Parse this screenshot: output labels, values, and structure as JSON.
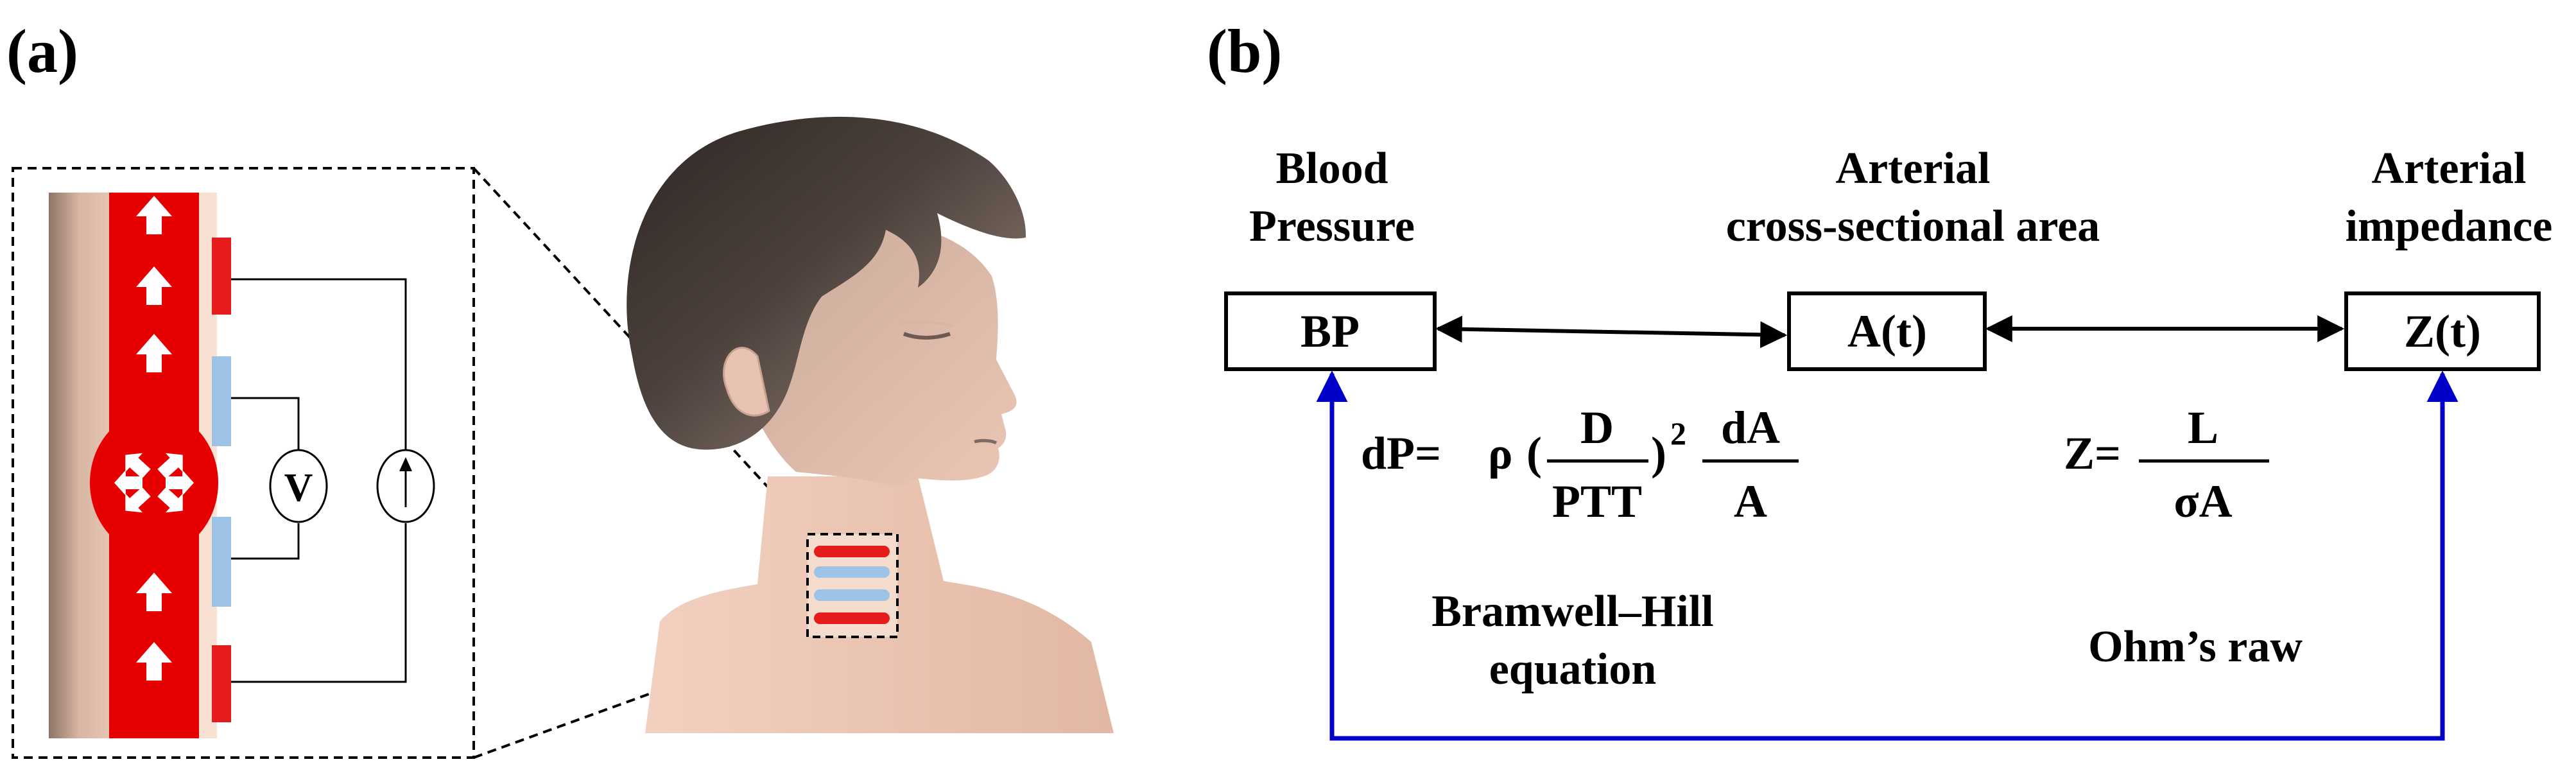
{
  "panel_a": {
    "label": "(a)",
    "voltmeter_symbol": "V"
  },
  "panel_b": {
    "label": "(b)",
    "blood_pressure": {
      "title_line1": "Blood",
      "title_line2": "Pressure",
      "box": "BP"
    },
    "area": {
      "title_line1": "Arterial",
      "title_line2": "cross-sectional area",
      "box": "A(t)"
    },
    "impedance": {
      "title_line1": "Arterial",
      "title_line2": "impedance",
      "box": "Z(t)"
    },
    "bramwell_formula": {
      "lhs": "dP=",
      "rho": "ρ",
      "paren_open": "(",
      "paren_close": ")",
      "exponent": "2",
      "num1": "D",
      "den1": "PTT",
      "num2": "dA",
      "den2": "A"
    },
    "ohm_formula": {
      "lhs": "Z=",
      "num": "L",
      "den": "σA"
    },
    "bramwell_caption_line1": "Bramwell–Hill",
    "bramwell_caption_line2": "equation",
    "ohm_caption": "Ohm’s raw"
  },
  "colors": {
    "artery_red": "#E60000",
    "electrode_red": "#E61B1B",
    "electrode_blue": "#9DC3E6",
    "connector_blue": "#0000C8",
    "skin": "#F2CBB8",
    "hair_dark": "#4A3F3B"
  }
}
